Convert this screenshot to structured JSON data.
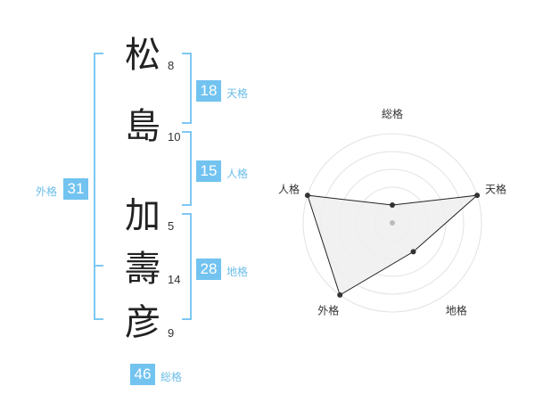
{
  "colors": {
    "bracket": "#7ec8f3",
    "badge": "#72c3f0",
    "label": "#6bbde8",
    "web_line": "#e2e2e2",
    "polygon_fill": "#eeeeee",
    "polygon_stroke": "#222222",
    "point": "#333333",
    "center": "#bbbbbb"
  },
  "name": {
    "chars": [
      {
        "char": "松",
        "strokes": "8"
      },
      {
        "char": "島",
        "strokes": "10"
      },
      {
        "char": "加",
        "strokes": "5"
      },
      {
        "char": "壽",
        "strokes": "14"
      },
      {
        "char": "彦",
        "strokes": "9"
      }
    ]
  },
  "kaku": {
    "tenkaku": {
      "value": "18",
      "label": "天格"
    },
    "jinkaku": {
      "value": "15",
      "label": "人格"
    },
    "chikaku": {
      "value": "28",
      "label": "地格"
    },
    "gaikaku": {
      "value": "31",
      "label": "外格"
    },
    "soukaku": {
      "value": "46",
      "label": "総格"
    }
  },
  "chart_data": {
    "type": "radar",
    "axes": [
      "総格",
      "天格",
      "地格",
      "外格",
      "人格"
    ],
    "levels": 5,
    "max": 5,
    "values": [
      1,
      5,
      2,
      5,
      5
    ]
  }
}
